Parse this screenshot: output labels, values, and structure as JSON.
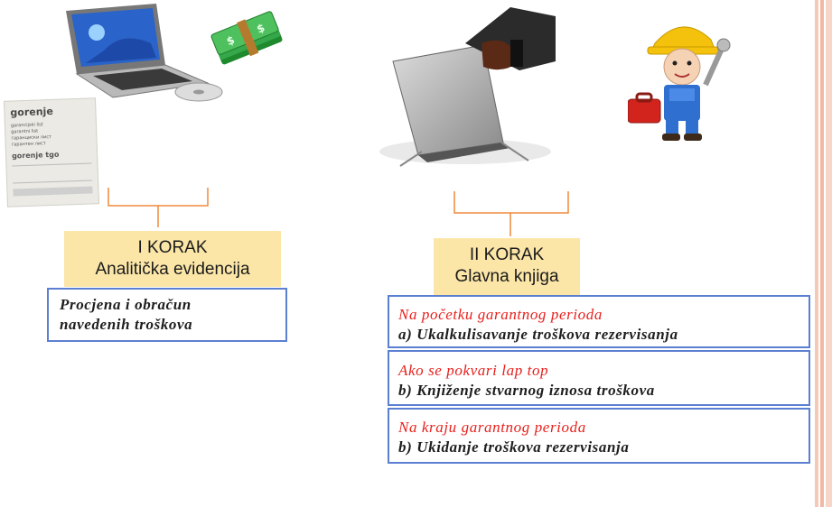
{
  "colors": {
    "accent_red": "#e8201c",
    "box_border": "#5b7fd1",
    "step_bg": "#fbe6a8",
    "bracket": "#f08a3c"
  },
  "step1": {
    "line1": "I KORAK",
    "line2": "Analitička evidencija"
  },
  "step1_box": {
    "line1": "Procjena i obračun",
    "line2": "navedenih troškova"
  },
  "step2": {
    "line1": "II KORAK",
    "line2": "Glavna knjiga"
  },
  "step2_boxes": [
    {
      "heading": "Na početku garantnog perioda",
      "text": "a) Ukalkulisavanje troškova rezervisanja"
    },
    {
      "heading": "Ako se pokvari lap top",
      "text": "b) Knjiženje stvarnog iznosa troškova"
    },
    {
      "heading": "Na kraju garantnog perioda",
      "text": "b) Ukidanje troškova rezervisanja"
    }
  ],
  "warranty_card": {
    "brand": "gorenje",
    "lines": [
      "garancijski list",
      "garantni list",
      "гаранциски лист",
      "гарантен лист"
    ],
    "brand2": "gorenje tgo"
  },
  "icons": {
    "laptop": "laptop-icon",
    "money": "money-stack-icon",
    "kick": "laptop-kick-icon",
    "worker": "repair-worker-icon"
  }
}
